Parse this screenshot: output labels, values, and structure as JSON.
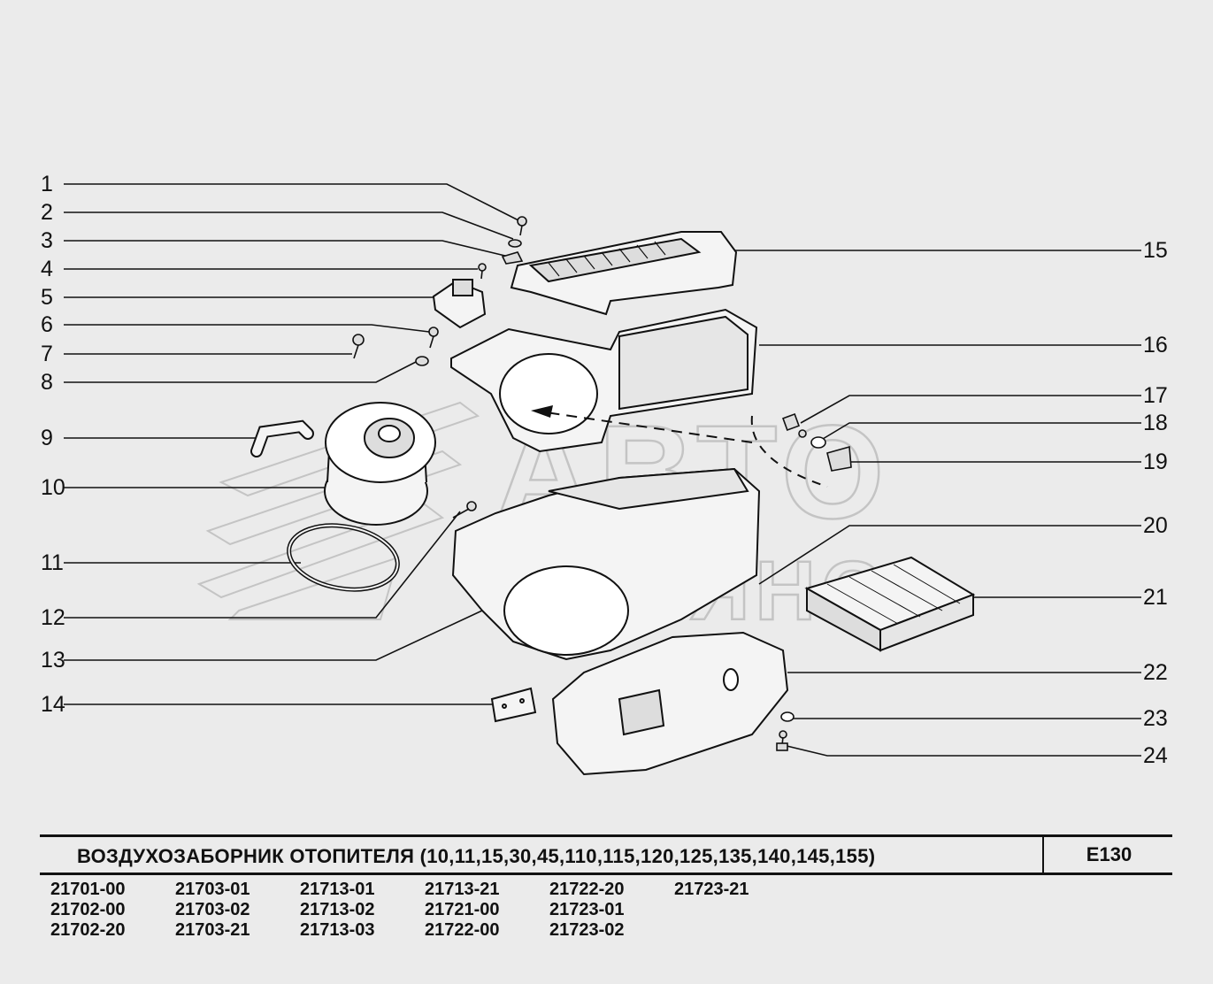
{
  "callouts": {
    "left": [
      "1",
      "2",
      "3",
      "4",
      "5",
      "6",
      "7",
      "8",
      "9",
      "10",
      "11",
      "12",
      "13",
      "14"
    ],
    "right": [
      "15",
      "16",
      "17",
      "18",
      "19",
      "20",
      "21",
      "22",
      "23",
      "24"
    ]
  },
  "watermark": {
    "line1": "АВТО",
    "line2": "АЛЬЯНС"
  },
  "title": {
    "text": "ВОЗДУХОЗАБОРНИК  ОТОПИТЕЛЯ  (10,11,15,30,45,110,115,120,125,135,140,145,155)",
    "code": "E130"
  },
  "model_codes": [
    "21701-00",
    "21703-01",
    "21713-01",
    "21713-21",
    "21722-20",
    "21723-21",
    "21702-00",
    "21703-02",
    "21713-02",
    "21721-00",
    "21723-01",
    "",
    "21702-20",
    "21703-21",
    "21713-03",
    "21722-00",
    "21723-02",
    ""
  ],
  "colors": {
    "background": "#ebebeb",
    "ink": "#111111",
    "watermark": "#c9c9c9"
  }
}
